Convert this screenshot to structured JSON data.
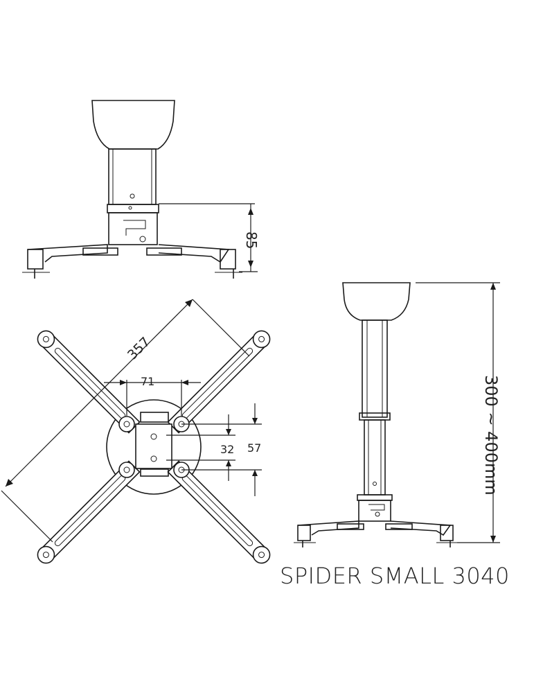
{
  "title": "SPIDER SMALL 3040",
  "dimensions": {
    "side_height": "85",
    "diagonal": "357",
    "hole_spacing": "71",
    "inner_height": "32",
    "outer_height": "57",
    "extension": "300 ~ 400mm"
  }
}
